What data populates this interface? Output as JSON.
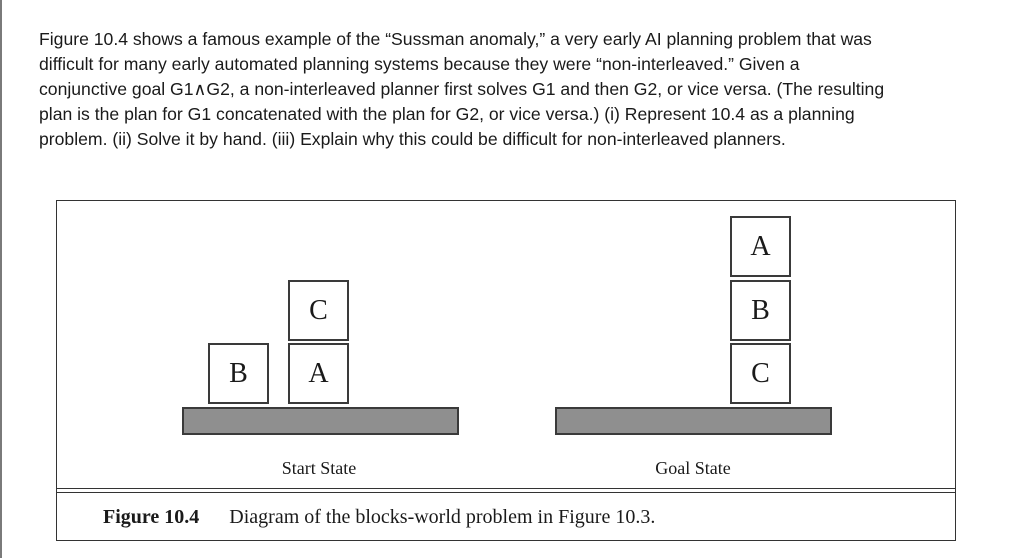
{
  "question": {
    "lines": [
      "Figure 10.4 shows a famous example of the “Sussman anomaly,” a very early AI planning problem that was",
      "difficult for many early automated planning systems because they were “non-interleaved.” Given a",
      "conjunctive goal G1∧G2, a non-interleaved planner first solves G1 and then G2, or vice versa. (The resulting",
      "plan is the plan for G1 concatenated with the plan for G2, or vice versa.) (i) Represent 10.4 as a planning",
      "problem. (ii) Solve it by hand. (iii) Explain why this could be difficult for non-interleaved planners."
    ]
  },
  "figure": {
    "start_state": {
      "label": "Start State",
      "blocks": {
        "left_bottom": "B",
        "right_bottom": "A",
        "right_top": "C"
      }
    },
    "goal_state": {
      "label": "Goal State",
      "blocks": {
        "top": "A",
        "middle": "B",
        "bottom": "C"
      }
    },
    "caption": {
      "number": "Figure 10.4",
      "text": "Diagram of the blocks-world problem in Figure 10.3."
    }
  },
  "colors": {
    "table_fill": "#8f8f8f",
    "border": "#333333"
  }
}
